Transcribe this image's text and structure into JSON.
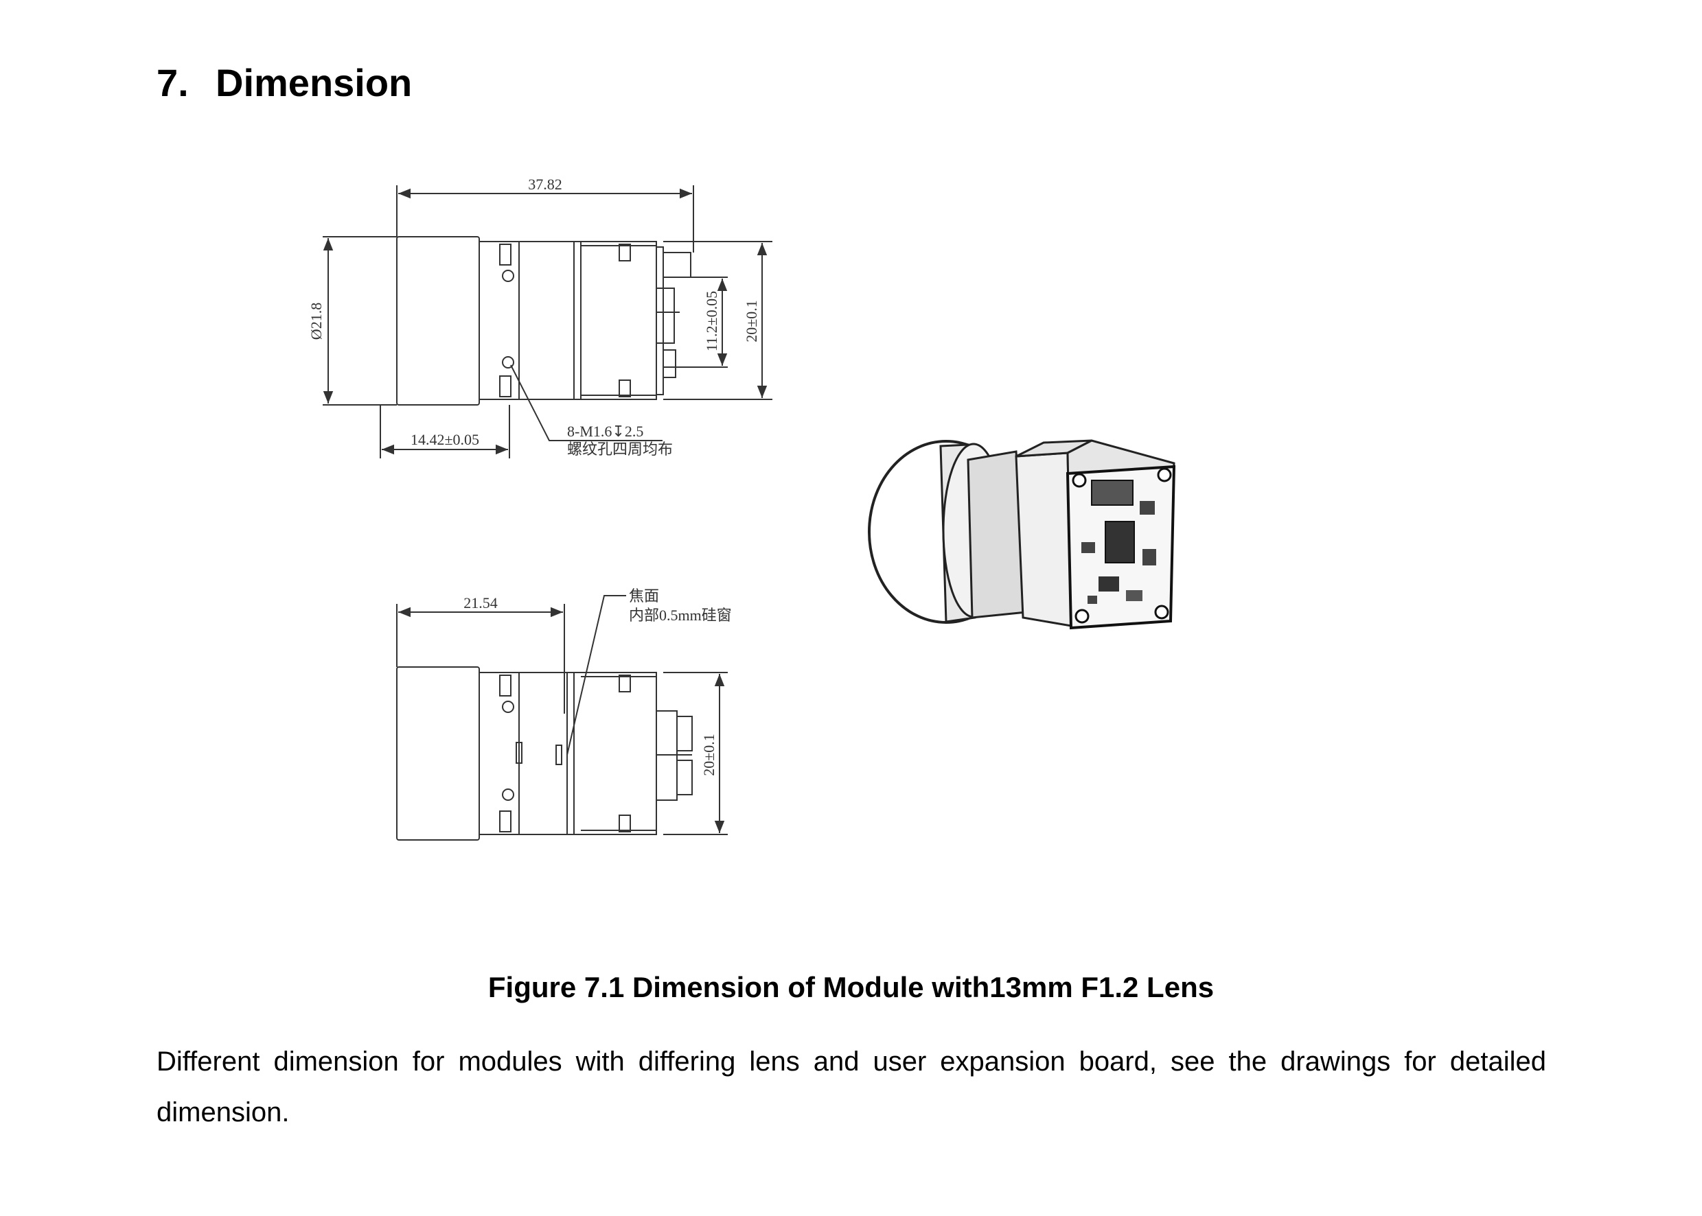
{
  "section": {
    "number": "7.",
    "title": "Dimension"
  },
  "drawing": {
    "top_view": {
      "overall_length": "37.82",
      "lens_diameter": "Ø21.8",
      "height_inner": "11.2±0.05",
      "height_outer": "20±0.1",
      "lens_length": "14.42±0.05",
      "screw_note_line1": "8-M1.6↧2.5",
      "screw_note_line2": "螺纹孔四周均布"
    },
    "side_view": {
      "focal_distance": "21.54",
      "focal_note_line1": "焦面",
      "focal_note_line2": "内部0.5mm硅窗",
      "height": "20±0.1"
    }
  },
  "figure_caption": "Figure 7.1 Dimension of Module with13mm F1.2 Lens",
  "paragraph": "Different dimension for modules with differing lens and user expansion board, see the drawings for detailed dimension."
}
